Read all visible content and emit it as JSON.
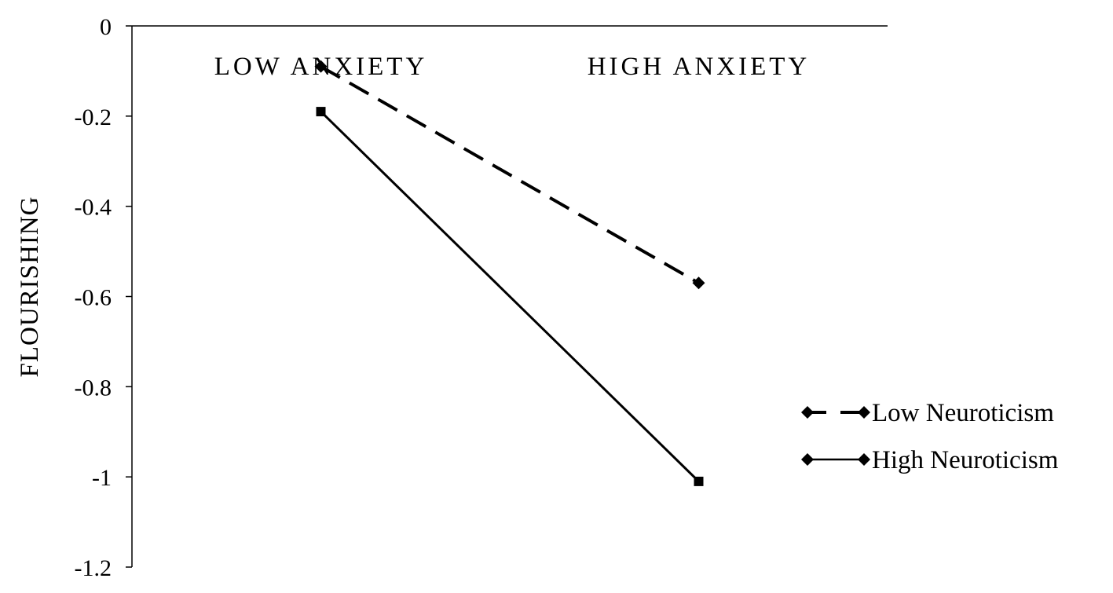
{
  "chart_data": {
    "type": "line",
    "title": "",
    "xlabel": "",
    "ylabel": "FLOURISHING",
    "categories": [
      "LOW ANXIETY",
      "HIGH ANXIETY"
    ],
    "ylim": [
      -1.2,
      0
    ],
    "yticks": [
      "0",
      "-0.2",
      "-0.4",
      "-0.6",
      "-0.8",
      "-1",
      "-1.2"
    ],
    "grid": false,
    "legend_position": "right",
    "series": [
      {
        "name": "Low Neuroticism",
        "values": [
          -0.09,
          -0.57
        ],
        "line_style": "dashed",
        "marker": "diamond",
        "color": "#000000"
      },
      {
        "name": "High Neuroticism",
        "values": [
          -0.19,
          -1.01
        ],
        "line_style": "solid",
        "marker": "square",
        "color": "#000000"
      }
    ]
  }
}
